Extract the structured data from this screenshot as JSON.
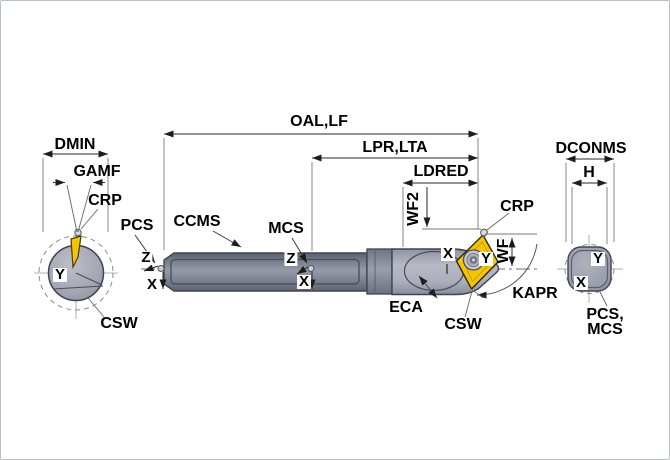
{
  "left_view": {
    "dmin_label": "DMIN",
    "gamf_label": "GAMF",
    "crp_label": "CRP",
    "pcs_label": "PCS",
    "axis_z": "Z",
    "axis_y": "Y",
    "axis_x": "X",
    "csw_label": "CSW"
  },
  "shank": {
    "ccms_label": "CCMS",
    "mcs_label": "MCS",
    "axis_z": "Z",
    "axis_x": "X"
  },
  "dimensions": {
    "oal_lf": "OAL,LF",
    "lpr_lta": "LPR,LTA",
    "ldred": "LDRED",
    "wf2": "WF2",
    "wf": "WF",
    "kapr": "KAPR",
    "eca": "ECA"
  },
  "head": {
    "crp_label": "CRP",
    "axis_x": "X",
    "axis_y": "Y",
    "csw_label": "CSW"
  },
  "right_view": {
    "dconms_label": "DCONMS",
    "h_label": "H",
    "axis_y": "Y",
    "axis_x": "X",
    "pcs_mcs_line1": "PCS,",
    "pcs_mcs_line2": "MCS"
  },
  "colors": {
    "insert_yellow": "#f4c504",
    "steel_shank": "#868c9a",
    "steel_head": "#b0b3bf",
    "line_dark": "#3a3a3a"
  }
}
